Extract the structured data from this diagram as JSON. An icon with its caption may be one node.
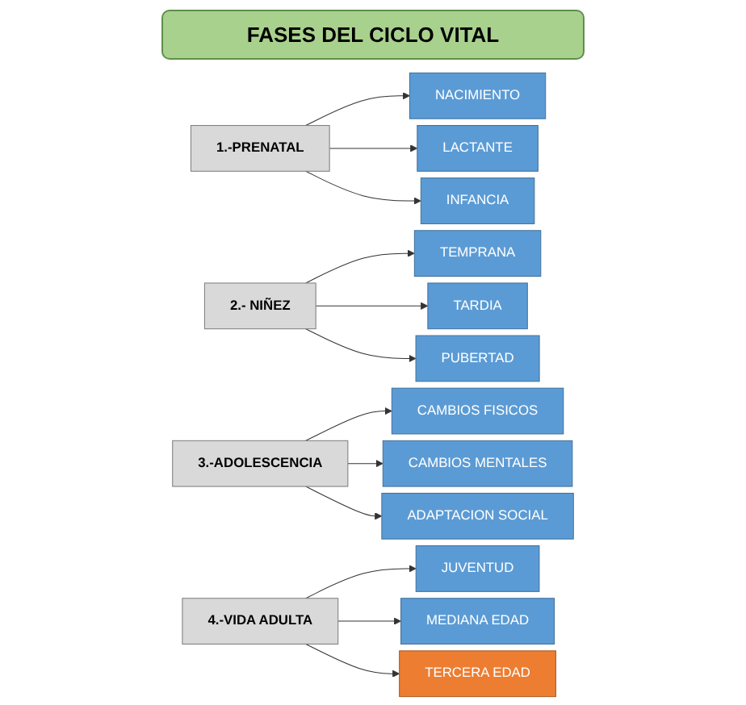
{
  "diagram": {
    "title": "FASES DEL CICLO VITAL",
    "nodes": [
      {
        "text": [
          "1.-PRENATAL"
        ]
      },
      {
        "text": [
          "NACIMIENTO"
        ]
      },
      {
        "text": [
          "LACTANTE"
        ]
      },
      {
        "text": [
          "INFANCIA"
        ]
      },
      {
        "text": [
          "2.- NIÑEZ"
        ]
      },
      {
        "text": [
          "TEMPRANA"
        ]
      },
      {
        "text": [
          "TARDIA"
        ]
      },
      {
        "text": [
          "PUBERTAD"
        ]
      },
      {
        "text": [
          "3.-ADOLESCENCIA"
        ]
      },
      {
        "text": [
          "CAMBIOS FISICOS"
        ]
      },
      {
        "text": [
          "CAMBIOS MENTALES"
        ]
      },
      {
        "text": [
          "ADAPTACION SOCIAL"
        ]
      },
      {
        "text": [
          "4.-VIDA ADULTA"
        ]
      },
      {
        "text": [
          "JUVENTUD"
        ]
      },
      {
        "text": [
          "MEDIANA EDAD"
        ]
      },
      {
        "text": [
          "TERCERA EDAD"
        ]
      }
    ],
    "edges": [
      {
        "from": 0,
        "to": 1,
        "arrow": "to"
      },
      {
        "from": 0,
        "to": 2,
        "arrow": "to"
      },
      {
        "from": 0,
        "to": 3,
        "arrow": "to"
      },
      {
        "from": 4,
        "to": 5,
        "arrow": "to"
      },
      {
        "from": 4,
        "to": 6,
        "arrow": "to"
      },
      {
        "from": 4,
        "to": 7,
        "arrow": "to"
      },
      {
        "from": 8,
        "to": 9,
        "arrow": "to"
      },
      {
        "from": 8,
        "to": 10,
        "arrow": "to"
      },
      {
        "from": 8,
        "to": 11,
        "arrow": "to"
      },
      {
        "from": 12,
        "to": 13,
        "arrow": "to"
      },
      {
        "from": 12,
        "to": 14,
        "arrow": "to"
      },
      {
        "from": 12,
        "to": 15,
        "arrow": "to"
      }
    ]
  }
}
